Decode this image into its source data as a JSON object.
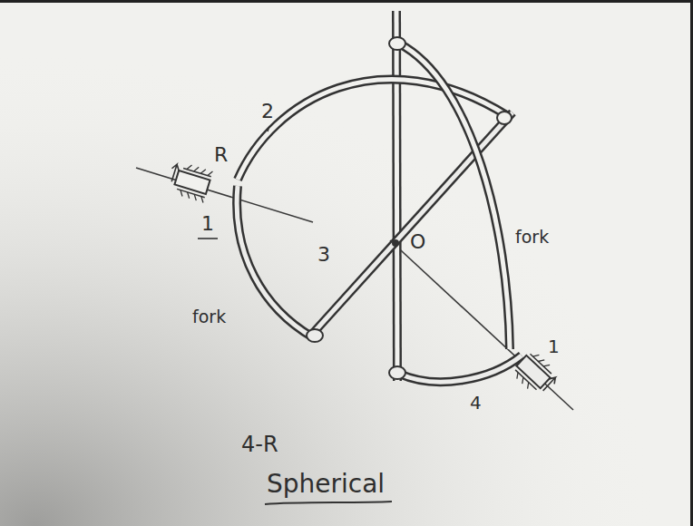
{
  "diagram": {
    "labels": [
      "R",
      "2",
      "1",
      "3",
      "O",
      "fork",
      "fork",
      "1",
      "4",
      "4-R",
      "Spherical"
    ]
  }
}
